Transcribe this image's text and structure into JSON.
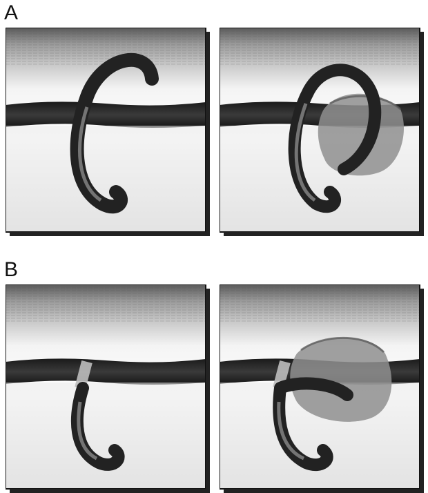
{
  "labels": {
    "a": "A",
    "b": "B"
  },
  "colors": {
    "background": "#ffffff",
    "skin_band": "#2b2b2b",
    "hair": "#222222",
    "hair_highlight": "#8a8a8a",
    "bump": "#8f8f8f",
    "frame": "#111111"
  },
  "panels": [
    {
      "group": "A",
      "state": "hair-curls-back-into-skin",
      "inflammation": false
    },
    {
      "group": "A",
      "state": "hair-curls-back-into-skin",
      "inflammation": true
    },
    {
      "group": "B",
      "state": "hair-grows-under-skin",
      "inflammation": false
    },
    {
      "group": "B",
      "state": "hair-grows-under-skin",
      "inflammation": true
    }
  ]
}
